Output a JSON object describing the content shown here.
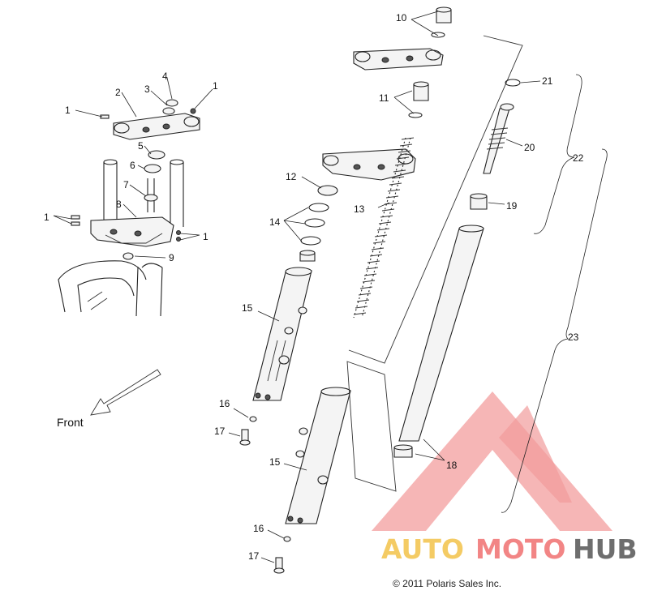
{
  "diagram": {
    "callouts": [
      {
        "id": "c1a",
        "text": "1"
      },
      {
        "id": "c1b",
        "text": "1"
      },
      {
        "id": "c1c",
        "text": "1"
      },
      {
        "id": "c1d",
        "text": "1"
      },
      {
        "id": "c2",
        "text": "2"
      },
      {
        "id": "c3",
        "text": "3"
      },
      {
        "id": "c4",
        "text": "4"
      },
      {
        "id": "c5",
        "text": "5"
      },
      {
        "id": "c6",
        "text": "6"
      },
      {
        "id": "c7",
        "text": "7"
      },
      {
        "id": "c8",
        "text": "8"
      },
      {
        "id": "c9",
        "text": "9"
      },
      {
        "id": "c10",
        "text": "10"
      },
      {
        "id": "c11",
        "text": "11"
      },
      {
        "id": "c12",
        "text": "12"
      },
      {
        "id": "c13",
        "text": "13"
      },
      {
        "id": "c14",
        "text": "14"
      },
      {
        "id": "c15a",
        "text": "15"
      },
      {
        "id": "c15b",
        "text": "15"
      },
      {
        "id": "c16a",
        "text": "16"
      },
      {
        "id": "c16b",
        "text": "16"
      },
      {
        "id": "c17a",
        "text": "17"
      },
      {
        "id": "c17b",
        "text": "17"
      },
      {
        "id": "c18",
        "text": "18"
      },
      {
        "id": "c19",
        "text": "19"
      },
      {
        "id": "c20",
        "text": "20"
      },
      {
        "id": "c21",
        "text": "21"
      },
      {
        "id": "c22",
        "text": "22"
      },
      {
        "id": "c23",
        "text": "23"
      }
    ],
    "front_label": "Front",
    "copyright": "© 2011 Polaris Sales Inc."
  },
  "watermark": {
    "part1": "AUTO",
    "part2": "MOTO",
    "part3": "HUB",
    "colors": {
      "triangle": "#f08a8a",
      "auto": "#f3c24a",
      "moto": "#f07070",
      "hub": "#555555"
    }
  }
}
